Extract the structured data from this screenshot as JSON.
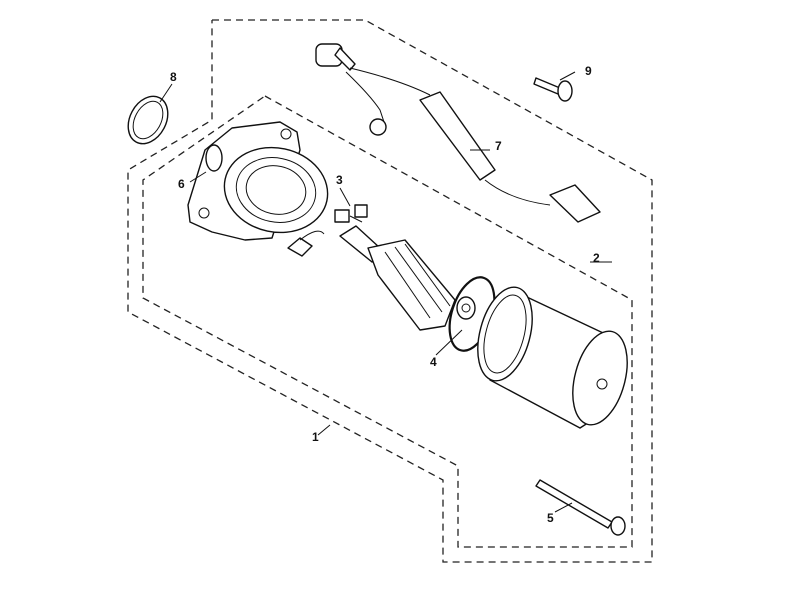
{
  "diagram": {
    "callouts": [
      {
        "id": "1",
        "label": "1"
      },
      {
        "id": "2",
        "label": "2"
      },
      {
        "id": "3",
        "label": "3"
      },
      {
        "id": "4",
        "label": "4"
      },
      {
        "id": "5",
        "label": "5"
      },
      {
        "id": "6",
        "label": "6"
      },
      {
        "id": "7",
        "label": "7"
      },
      {
        "id": "8",
        "label": "8"
      },
      {
        "id": "9",
        "label": "9"
      }
    ],
    "parts": [
      {
        "callout": "1",
        "icon": "starter-motor-assembly-outline"
      },
      {
        "callout": "2",
        "icon": "motor-subassembly-outline"
      },
      {
        "callout": "3",
        "icon": "brush-set-icon"
      },
      {
        "callout": "4",
        "icon": "o-ring-icon"
      },
      {
        "callout": "5",
        "icon": "long-bolt-icon"
      },
      {
        "callout": "6",
        "icon": "front-bracket-icon"
      },
      {
        "callout": "7",
        "icon": "lead-wire-icon"
      },
      {
        "callout": "8",
        "icon": "large-o-ring-icon"
      },
      {
        "callout": "9",
        "icon": "flange-bolt-icon"
      }
    ]
  }
}
